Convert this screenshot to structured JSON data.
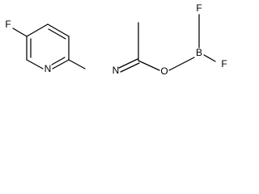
{
  "molecule": {
    "atoms": {
      "f_ring": "F",
      "n_ring": "N",
      "n_imine": "N",
      "o_ester": "O",
      "b": "B",
      "f_boron_top": "F",
      "f_boron_right": "F"
    }
  }
}
